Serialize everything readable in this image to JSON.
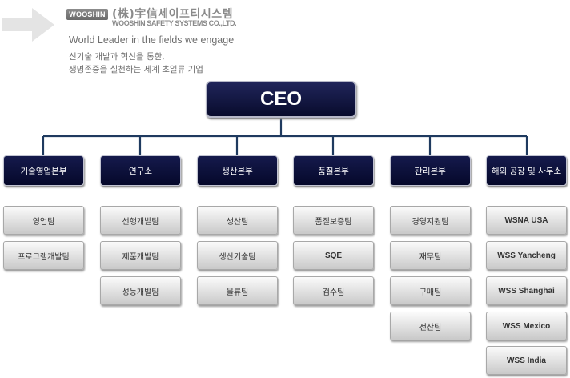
{
  "header": {
    "logo_badge": "WOOSHIN",
    "company_name_ko": "(株)宇信세이프티시스템",
    "company_name_en": "WOOSHIN SAFETY SYSTEMS CO.,LTD.",
    "tagline": "World Leader in the fields we engage",
    "slogan_line1": "신기술 개발과 혁신을 통한,",
    "slogan_line2": "생명존중을 실천하는 세계 초일류 기업"
  },
  "org_chart": {
    "top": "CEO",
    "divisions": [
      {
        "name": "기술영업본부",
        "teams": [
          "영업팀",
          "프로그램개발팀"
        ]
      },
      {
        "name": "연구소",
        "teams": [
          "선행개발팀",
          "제품개발팀",
          "성능개발팀"
        ]
      },
      {
        "name": "생산본부",
        "teams": [
          "생산팀",
          "생산기술팀",
          "물류팀"
        ]
      },
      {
        "name": "품질본부",
        "teams": [
          "품질보증팀",
          "SQE",
          "검수팀"
        ]
      },
      {
        "name": "관리본부",
        "teams": [
          "경영지원팀",
          "재무팀",
          "구매팀",
          "전산팀"
        ]
      },
      {
        "name": "해외 공장 및 사무소",
        "teams": [
          "WSNA USA",
          "WSS Yancheng",
          "WSS Shanghai",
          "WSS Mexico",
          "WSS India"
        ]
      }
    ]
  },
  "colors": {
    "box_navy": "#0b0f35",
    "connector": "#1f3a5f",
    "team_gray": "#d8d8d8",
    "text_gray": "#6e6e6e"
  }
}
